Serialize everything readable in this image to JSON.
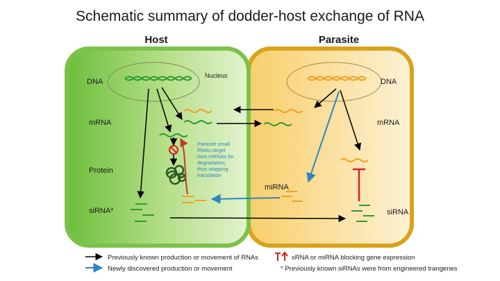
{
  "title": "Schematic summary of dodder-host exchange of RNA",
  "host_label": "Host",
  "parasite_label": "Parasite",
  "nucleus_label": "Nucleus",
  "host_rows": {
    "dna": "DNA",
    "mrna": "mRNA",
    "protein": "Protein",
    "sirna": "siRNA*"
  },
  "parasite_rows": {
    "dna": "DNA",
    "mrna": "mRNA",
    "mirna": "miRNA",
    "sirna": "siRNA"
  },
  "annotation": [
    "Parasite small",
    "RNAs target",
    "host mRNAs for",
    "degradation,",
    "thus stopping",
    "translation"
  ],
  "legend": {
    "black_arrow": "Previously known production or movement of RNAs",
    "blue_arrow": "Newly discovered production or movement",
    "block": "sRNA or miRNA blocking gene expression",
    "footnote": "*  Previously known siRNAs were from engineered trangenes"
  },
  "colors": {
    "host_fill": "#cde9a9",
    "host_border": "#7cc24a",
    "parasite_fill": "#fbe0a2",
    "parasite_border": "#d9a21c",
    "host_rna": "#2f9a2f",
    "parasite_rna": "#f0a020",
    "known_arrow": "#000000",
    "new_arrow": "#2e86c1",
    "block": "#d62020"
  }
}
